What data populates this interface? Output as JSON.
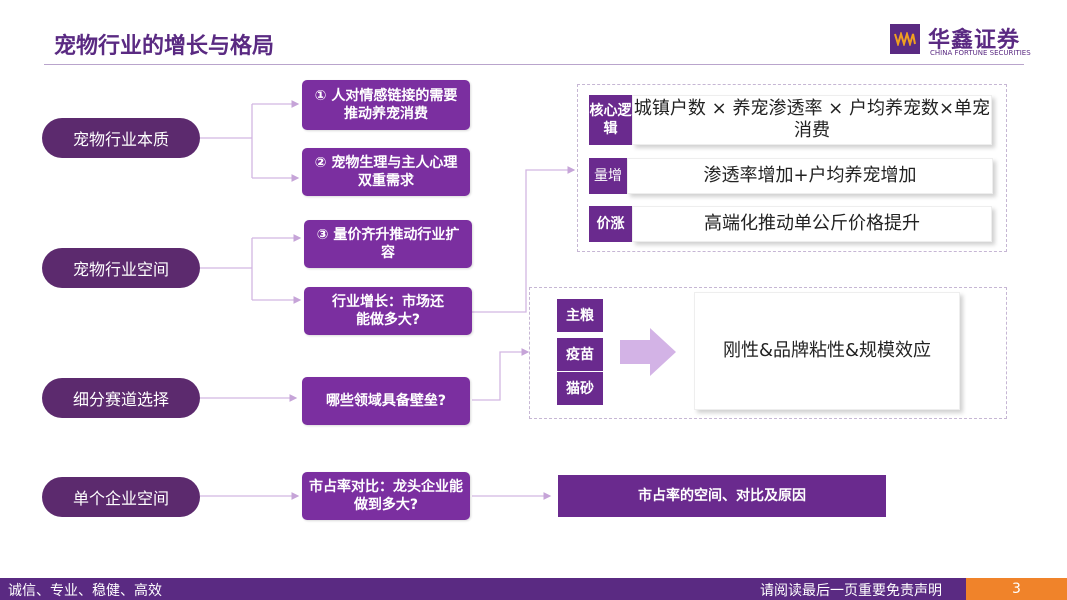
{
  "header": {
    "title": "宠物行业的增长与格局"
  },
  "logo": {
    "name": "华鑫证券",
    "sub": "CHINA FORTUNE SECURITIES"
  },
  "left_pills": [
    "宠物行业本质",
    "宠物行业空间",
    "细分赛道选择",
    "单个企业空间"
  ],
  "mid_boxes": [
    "① 人对情感链接的需要推动养宠消费",
    "② 宠物生理与主人心理双重需求",
    "③ 量价齐升推动行业扩容",
    "行业增长：市场还能做多大?",
    "哪些领域具备壁垒?",
    "市占率对比：龙头企业能做到多大?"
  ],
  "logic": {
    "tag1": "核心逻辑",
    "text1": "城镇户数 × 养宠渗透率 × 户均养宠数×单宠消费",
    "tag2": "量增",
    "text2": "渗透率增加+户均养宠增加",
    "tag3": "价涨",
    "text3": "高端化推动单公斤价格提升"
  },
  "segments": {
    "items": [
      "主粮",
      "疫苗",
      "猫砂"
    ],
    "result": "刚性&品牌粘性&规模效应"
  },
  "share_box": "市占率的空间、对比及原因",
  "footer": {
    "left": "诚信、专业、稳健、高效",
    "right": "请阅读最后一页重要免责声明",
    "page": "3"
  }
}
